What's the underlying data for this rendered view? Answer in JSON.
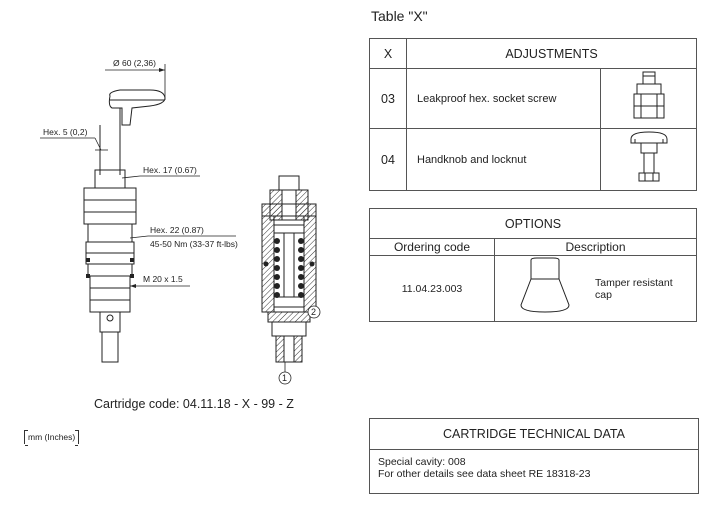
{
  "table_x": {
    "title": "Table \"X\"",
    "col_x": "X",
    "col_adjustments": "ADJUSTMENTS",
    "rows": [
      {
        "code": "03",
        "label": "Leakproof hex. socket screw",
        "icon": "hex-socket-screw-icon"
      },
      {
        "code": "04",
        "label": "Handknob and locknut",
        "icon": "handknob-locknut-icon"
      }
    ]
  },
  "options": {
    "title": "OPTIONS",
    "col_code": "Ordering code",
    "col_desc": "Description",
    "code": "11.04.23.003",
    "description_line1": "Tamper resistant",
    "description_line2": "cap",
    "icon": "tamper-resistant-cap-icon"
  },
  "technical": {
    "title": "CARTRIDGE TECHNICAL DATA",
    "line1": "Special cavity: 008",
    "line2": "For other details see data sheet RE 18318-23"
  },
  "drawing": {
    "dim_diameter": "Ø 60 (2,36)",
    "dim_hex5": "Hex. 5 (0,2)",
    "dim_hex17": "Hex. 17 (0.67)",
    "dim_hex22": "Hex. 22 (0.87)",
    "dim_torque": "45-50 Nm (33-37 ft-lbs)",
    "dim_thread": "M 20 x 1.5",
    "callout_1": "1",
    "callout_2": "2"
  },
  "caption": "Cartridge code: 04.11.18 - X - 99 - Z",
  "units": "mm (Inches)"
}
